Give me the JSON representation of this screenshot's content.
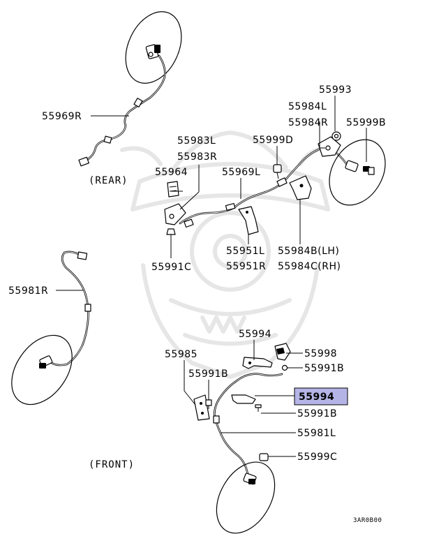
{
  "captions": {
    "rear": "(REAR)",
    "front": "(FRONT)"
  },
  "drawing_code": "3AR0B00",
  "highlight_color": "#b4b4e6",
  "labels": {
    "p55969R": "55969R",
    "p55983L": "55983L",
    "p55983R": "55983R",
    "p55964": "55964",
    "p55969L": "55969L",
    "p55999D": "55999D",
    "p55993": "55993",
    "p55984L": "55984L",
    "p55984R": "55984R",
    "p55999B": "55999B",
    "p55951L": "55951L",
    "p55951R": "55951R",
    "p55984B": "55984B(LH)",
    "p55984C": "55984C(RH)",
    "p55991C": "55991C",
    "p55981R": "55981R",
    "p55994a": "55994",
    "p55998": "55998",
    "p55991Ba": "55991B",
    "p55985": "55985",
    "p55991Bb": "55991B",
    "p55994b": "55994",
    "p55991Bc": "55991B",
    "p55981L": "55981L",
    "p55999C": "55999C"
  }
}
